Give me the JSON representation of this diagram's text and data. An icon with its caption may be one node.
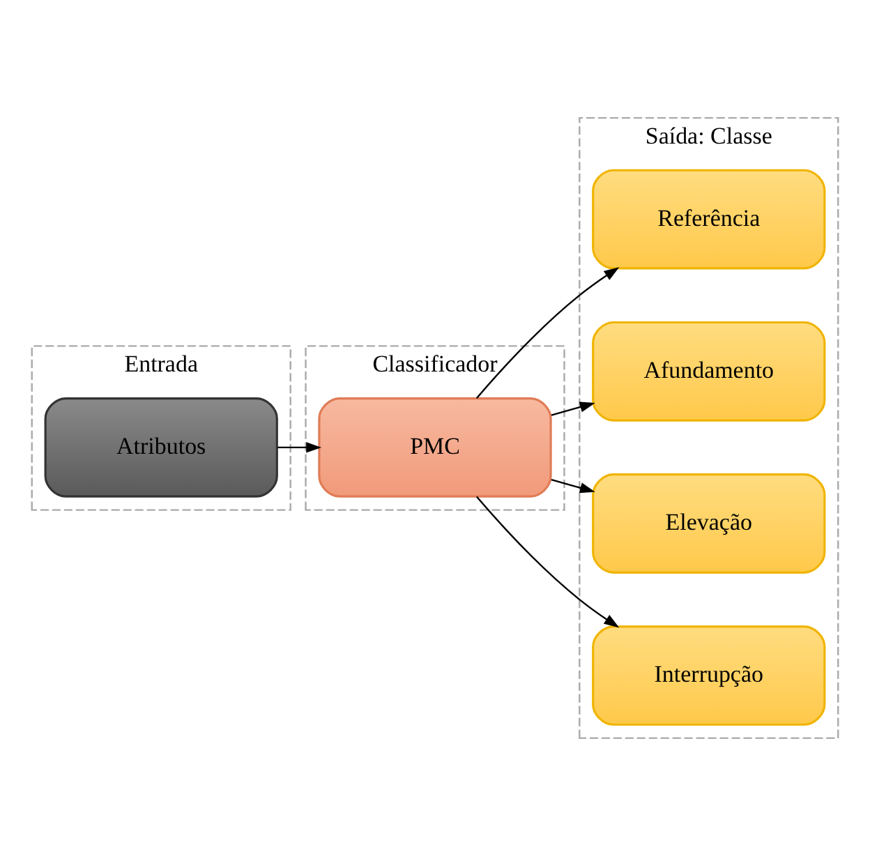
{
  "diagram": {
    "nodes": [
      {
        "text": [
          "Entrada"
        ]
      },
      {
        "text": [
          "Atributos"
        ],
        "in": 0
      },
      {
        "text": [
          "Classificador"
        ]
      },
      {
        "text": [
          "PMC"
        ],
        "in": 2
      },
      {
        "text": [
          "Saída: Classe"
        ]
      },
      {
        "text": [
          "Referência"
        ],
        "in": 4
      },
      {
        "text": [
          "Afundamento"
        ],
        "in": 4
      },
      {
        "text": [
          "Elevação"
        ],
        "in": 4
      },
      {
        "text": [
          "Interrupção"
        ],
        "in": 4
      }
    ],
    "edges": [
      {
        "from": 1,
        "to": 3,
        "arrow": "to"
      },
      {
        "from": 3,
        "to": 5,
        "arrow": "to"
      },
      {
        "from": 3,
        "to": 6,
        "arrow": "to"
      },
      {
        "from": 3,
        "to": 7,
        "arrow": "to"
      },
      {
        "from": 3,
        "to": 8,
        "arrow": "to"
      }
    ]
  }
}
